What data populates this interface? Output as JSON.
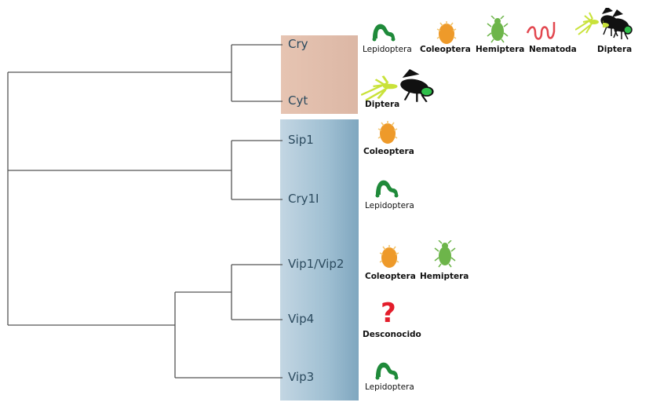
{
  "tree": {
    "groups": [
      {
        "name": "cry-cyt-group",
        "color": "#e0bca9"
      },
      {
        "name": "vip-sip-group",
        "color": "#a9c6d8"
      }
    ],
    "leaves": [
      {
        "id": "cry",
        "label": "Cry",
        "targets": [
          "Lepidoptera",
          "Coleoptera",
          "Hemiptera",
          "Nematoda",
          "Diptera"
        ]
      },
      {
        "id": "cyt",
        "label": "Cyt",
        "targets": [
          "Diptera"
        ]
      },
      {
        "id": "sip1",
        "label": "Sip1",
        "targets": [
          "Coleoptera"
        ]
      },
      {
        "id": "cry1i",
        "label": "Cry1I",
        "targets": [
          "Lepidoptera"
        ]
      },
      {
        "id": "vip1vip2",
        "label": "Vip1/Vip2",
        "targets": [
          "Coleoptera",
          "Hemiptera"
        ]
      },
      {
        "id": "vip4",
        "label": "Vip4",
        "targets": [
          "Desconocido"
        ]
      },
      {
        "id": "vip3",
        "label": "Vip3",
        "targets": [
          "Lepidoptera"
        ]
      }
    ]
  },
  "icons": {
    "Lepidoptera": {
      "icon": "caterpillar-icon",
      "color": "#1f8a3a"
    },
    "Coleoptera": {
      "icon": "beetle-icon",
      "color": "#ee9a2a"
    },
    "Hemiptera": {
      "icon": "aphid-icon",
      "color": "#6db54a"
    },
    "Nematoda": {
      "icon": "worm-icon",
      "color": "#e2474f"
    },
    "Diptera": {
      "icon": "mosquito-fly-icon",
      "color": "#c9e23a"
    },
    "Desconocido": {
      "icon": "question-mark-icon",
      "color": "#e31d2b",
      "glyph": "?"
    }
  }
}
